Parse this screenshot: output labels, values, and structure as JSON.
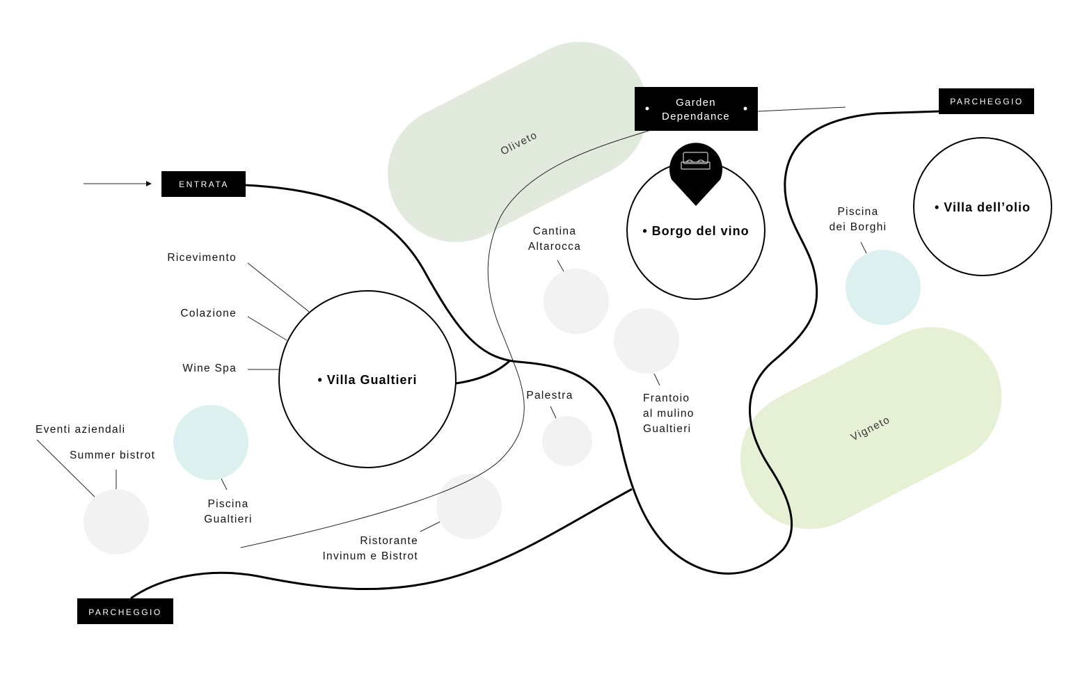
{
  "colors": {
    "olive": "#e1eadc",
    "vineyard": "#e6f0d4",
    "pool": "#dcf1ef",
    "poi": "#f2f2f2",
    "ink": "#000000"
  },
  "areas": {
    "oliveto": "Oliveto",
    "vigneto": "Vigneto"
  },
  "tags": {
    "entrata": "ENTRATA",
    "parcheggio_top": "PARCHEGGIO",
    "parcheggio_bottom": "PARCHEGGIO",
    "garden_line1": "Garden",
    "garden_line2": "Dependance"
  },
  "buildings": {
    "villa_gualtieri": "• Villa Gualtieri",
    "borgo_del_vino": "• Borgo del vino",
    "villa_olio": "• Villa dell’olio"
  },
  "pin_icon": "bed-icon",
  "labels": {
    "ricevimento": "Ricevimento",
    "colazione": "Colazione",
    "wine_spa": "Wine Spa",
    "eventi": "Eventi aziendali",
    "summer": "Summer bistrot",
    "piscina_g1": "Piscina",
    "piscina_g2": "Gualtieri",
    "ristorante1": "Ristorante",
    "ristorante2": "Invinum e Bistrot",
    "palestra": "Palestra",
    "cantina1": "Cantina",
    "cantina2": "Altarocca",
    "frantoio1": "Frantoio",
    "frantoio2": "al mulino",
    "frantoio3": "Gualtieri",
    "piscina_b1": "Piscina",
    "piscina_b2": "dei Borghi"
  }
}
